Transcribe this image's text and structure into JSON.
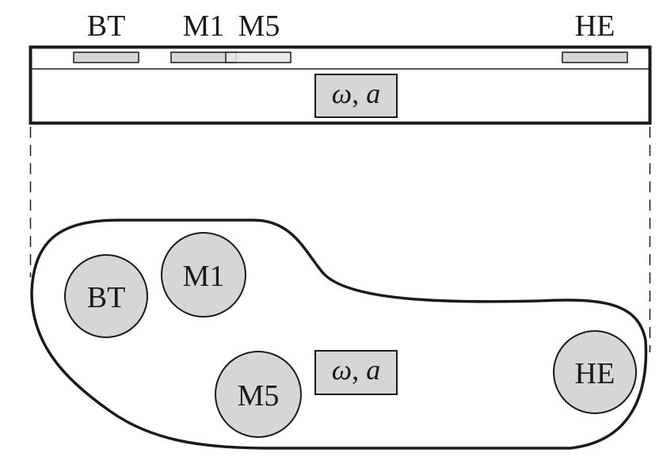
{
  "top_labels": {
    "bt": "BT",
    "m1": "M1",
    "m5": "M5",
    "he": "HE"
  },
  "top_param_box": {
    "omega": "ω",
    "sep": ", ",
    "a": "a"
  },
  "nodes": {
    "bt": "BT",
    "m1": "M1",
    "m5": "M5",
    "he": "HE"
  },
  "bottom_param_box": {
    "omega": "ω",
    "sep": ", ",
    "a": "a"
  },
  "colors": {
    "stroke": "#1a1a1a",
    "fill_gray": "#d6d6d6",
    "fill_light": "#e6e6e6"
  }
}
